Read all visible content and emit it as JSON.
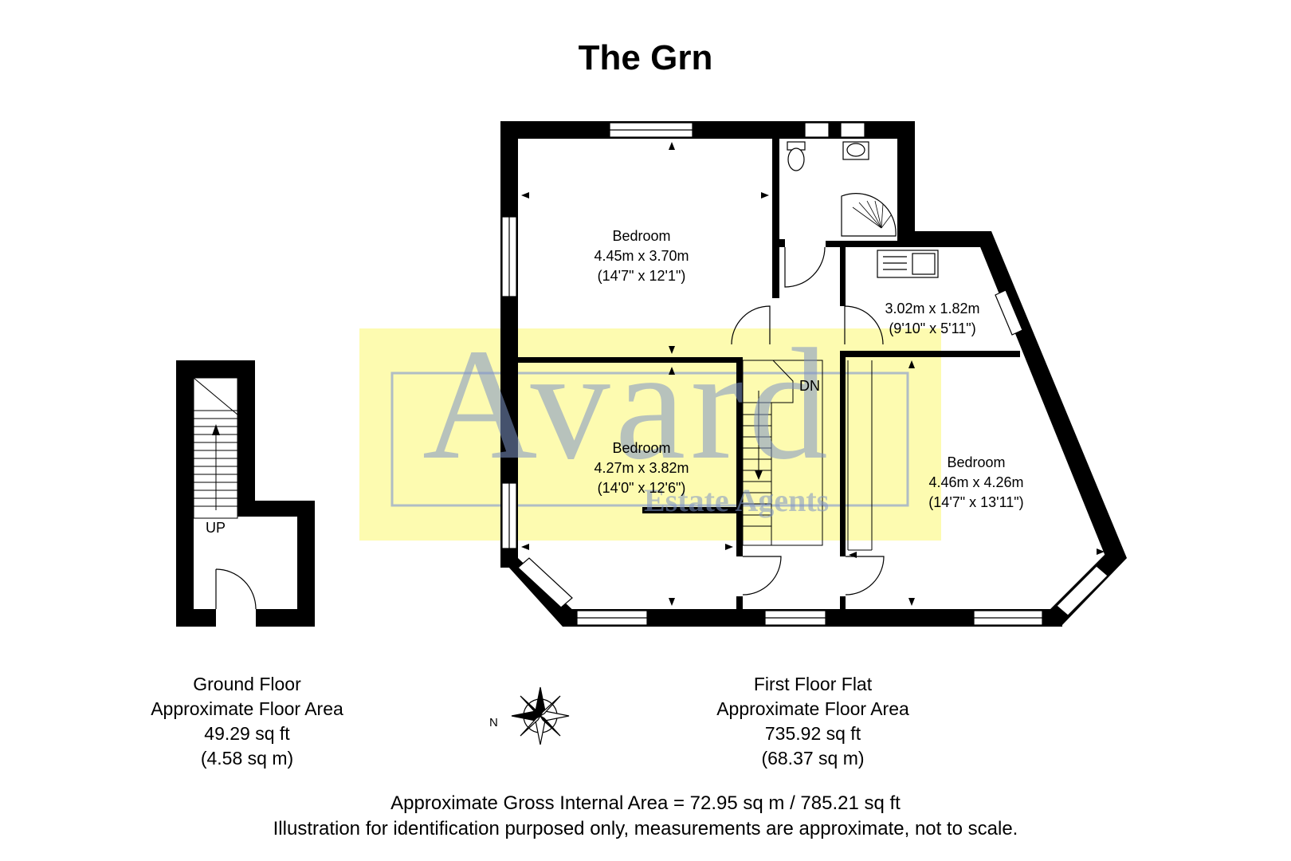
{
  "title": "The Grn",
  "rooms": [
    {
      "name": "Bedroom",
      "metric": "4.45m x 3.70m",
      "imperial": "(14'7\" x 12'1\")"
    },
    {
      "name": "",
      "metric": "3.02m x 1.82m",
      "imperial": "(9'10\" x 5'11\")"
    },
    {
      "name": "Bedroom",
      "metric": "4.27m x 3.82m",
      "imperial": "(14'0\" x 12'6\")"
    },
    {
      "name": "Bedroom",
      "metric": "4.46m x 4.26m",
      "imperial": "(14'7\" x 13'11\")"
    }
  ],
  "stair_labels": {
    "up": "UP",
    "down": "DN"
  },
  "compass": {
    "label": "N"
  },
  "floors": [
    {
      "name": "Ground Floor",
      "area_label": "Approximate Floor Area",
      "sq_ft": "49.29 sq ft",
      "sq_m": "(4.58 sq m)"
    },
    {
      "name": "First Floor Flat",
      "area_label": "Approximate Floor Area",
      "sq_ft": "735.92 sq ft",
      "sq_m": "(68.37 sq m)"
    }
  ],
  "gross": "Approximate Gross Internal Area = 72.95 sq m / 785.21 sq ft",
  "disclaimer": "Illustration for identification purposed only, measurements are approximate, not to scale.",
  "watermark": {
    "brand": "Avard",
    "tagline": "Estate Agents",
    "box_color": "#fdfbb0",
    "text_color": "#7f95c6"
  },
  "colors": {
    "wall": "#000000",
    "background": "#ffffff"
  }
}
